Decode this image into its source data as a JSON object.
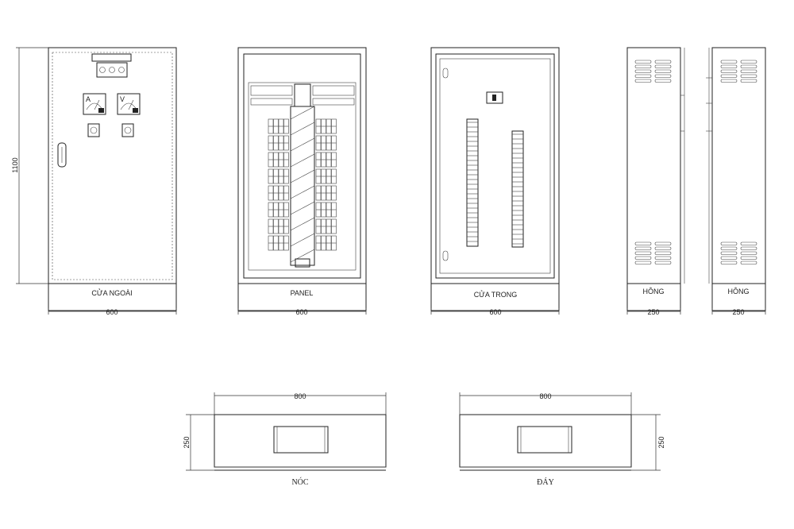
{
  "views": {
    "outer_door": {
      "label": "CỬA NGOÀI",
      "width_dim": "600",
      "height_dim": "1100",
      "meter_a": "A",
      "meter_v": "V"
    },
    "panel": {
      "label": "PANEL",
      "width_dim": "600"
    },
    "inner_door": {
      "label": "CỬA TRONG",
      "width_dim": "600"
    },
    "side_left": {
      "label": "HÔNG",
      "width_dim": "250"
    },
    "side_right": {
      "label": "HÔNG",
      "width_dim": "250"
    },
    "roof": {
      "label": "NÓC",
      "width_dim": "800",
      "depth_dim": "250"
    },
    "bottom": {
      "label": "ĐÁY",
      "width_dim": "800",
      "depth_dim": "250"
    }
  },
  "colors": {
    "line": "#222222",
    "background": "#ffffff"
  }
}
